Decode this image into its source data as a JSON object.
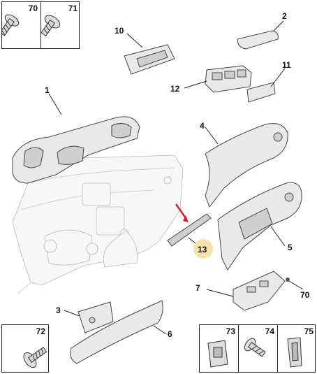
{
  "callouts": {
    "c1": "1",
    "c2": "2",
    "c3": "3",
    "c4": "4",
    "c5": "5",
    "c6": "6",
    "c7": "7",
    "c10": "10",
    "c11": "11",
    "c12": "12",
    "c13": "13",
    "c70b": "70"
  },
  "top_left_box": {
    "cells": [
      "70",
      "71"
    ]
  },
  "bottom_left_box": {
    "cells": [
      "72"
    ]
  },
  "bottom_right_box": {
    "cells": [
      "73",
      "74",
      "75"
    ]
  },
  "colors": {
    "highlight": "#f6e3a9",
    "arrow": "#d42020",
    "line": "#222222"
  },
  "highlighted_part": "13"
}
